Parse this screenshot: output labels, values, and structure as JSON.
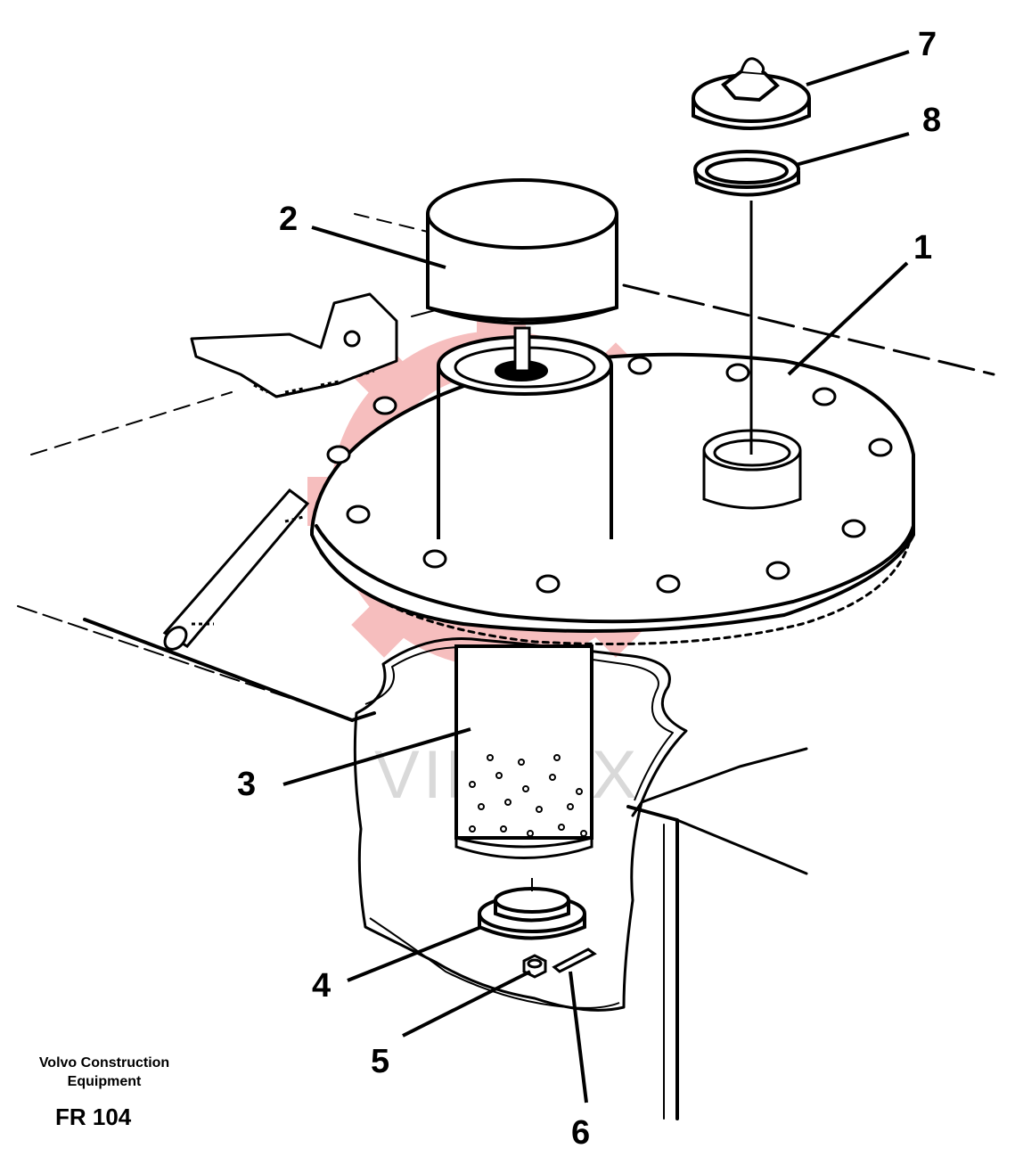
{
  "callouts": {
    "c1": "1",
    "c2": "2",
    "c3": "3",
    "c4": "4",
    "c5": "5",
    "c6": "6",
    "c7": "7",
    "c8": "8"
  },
  "credit": {
    "manufacturer_line1": "Volvo Construction",
    "manufacturer_line2": "Equipment",
    "figure_code": "FR 104"
  },
  "watermark": {
    "text": "VIHTEX"
  },
  "colors": {
    "ink": "#000000",
    "watermark_red": "#f5c6c6",
    "watermark_gray": "#d9d9d9"
  }
}
